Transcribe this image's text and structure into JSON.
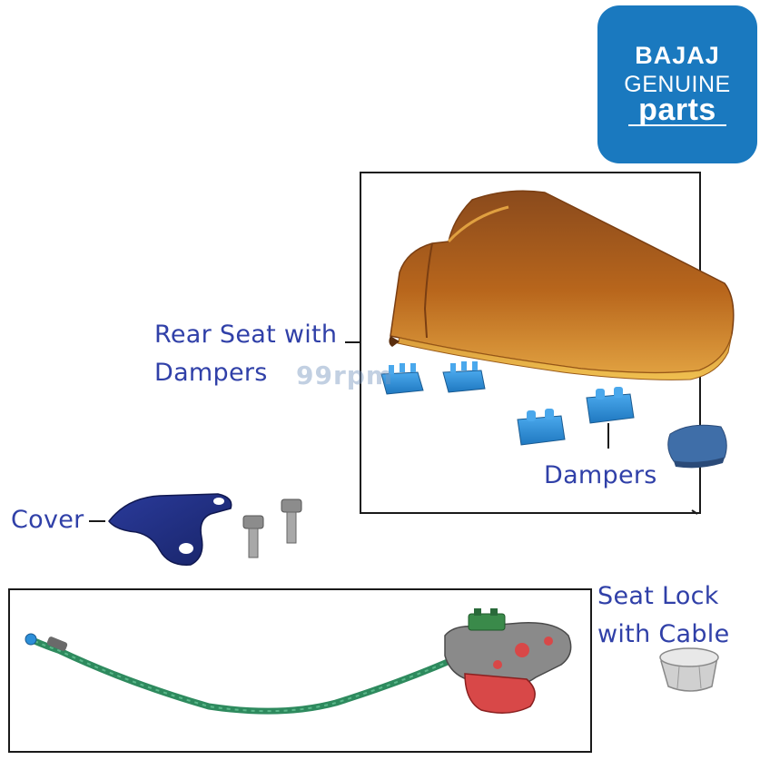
{
  "logo": {
    "brand": "BAJAJ",
    "line2": "GENUINE",
    "line3": "parts",
    "color": "#1a79bf"
  },
  "watermark": "99rpm",
  "labels": {
    "rear_seat_line1": "Rear Seat with",
    "rear_seat_line2": "Dampers",
    "dampers": "Dampers",
    "cover": "Cover",
    "seat_lock_line1": "Seat Lock",
    "seat_lock_line2": "with Cable"
  },
  "colors": {
    "label_text": "#3040a8",
    "seat": "#b8661c",
    "damper": "#2d8fd8",
    "cover": "#23318c",
    "cable": "#2e8a5e",
    "lock_body": "#8a8a8a",
    "lock_red": "#d84848"
  }
}
